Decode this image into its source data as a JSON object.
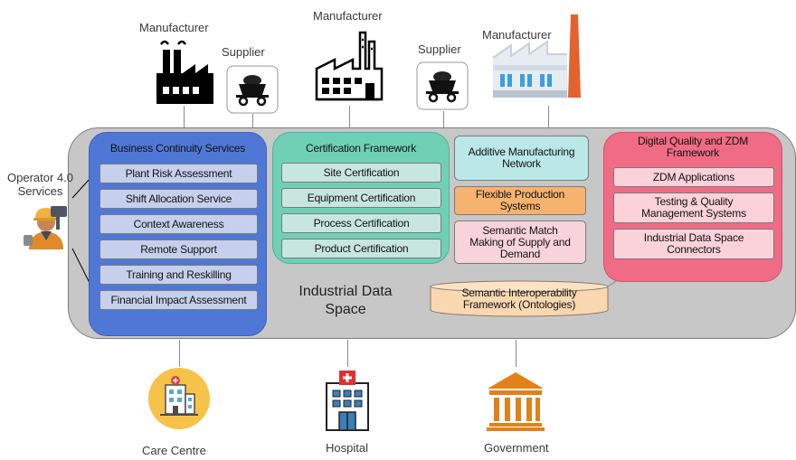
{
  "actors": {
    "manufacturer_1": "Manufacturer",
    "supplier_1": "Supplier",
    "manufacturer_2": "Manufacturer",
    "supplier_2": "Supplier",
    "manufacturer_3": "Manufacturer",
    "operator": "Operator 4.0\nServices",
    "care_centre": "Care Centre",
    "hospital": "Hospital",
    "government": "Government"
  },
  "data_space_label": "Industrial Data\nSpace",
  "business_continuity": {
    "title": "Business Continuity Services",
    "items": [
      "Plant Risk Assessment",
      "Shift Allocation Service",
      "Context Awareness",
      "Remote Support",
      "Training and Reskilling",
      "Financial Impact Assessment"
    ]
  },
  "certification": {
    "title": "Certification Framework",
    "items": [
      "Site Certification",
      "Equipment Certification",
      "Process Certification",
      "Product Certification"
    ]
  },
  "middle": {
    "additive": "Additive Manufacturing\nNetwork",
    "flexible": "Flexible Production\nSystems",
    "semantic_match": "Semantic Match\nMaking of Supply and\nDemand",
    "interop": "Semantic Interoperability\nFramework (Ontologies)"
  },
  "zdm": {
    "title": "Digital Quality and ZDM\nFramework",
    "items": [
      "ZDM Applications",
      "Testing & Quality\nManagement Systems",
      "Industrial Data Space\nConnectors"
    ]
  },
  "colors": {
    "data_space": "#c7c7c7",
    "business_panel": "#4f78d6",
    "business_item": "#c6d0ec",
    "certification_panel": "#6fd0b6",
    "certification_item": "#c7e6df",
    "additive_box": "#b9e8e6",
    "flexible_box": "#f6b36f",
    "semantic_box": "#f9d3dc",
    "zdm_panel": "#f06c86",
    "zdm_item": "#fbd1da",
    "cylinder": "#f9d7b1",
    "factory_orange": "#e3622d",
    "care_circle": "#f7c24a",
    "government": "#e38018"
  }
}
